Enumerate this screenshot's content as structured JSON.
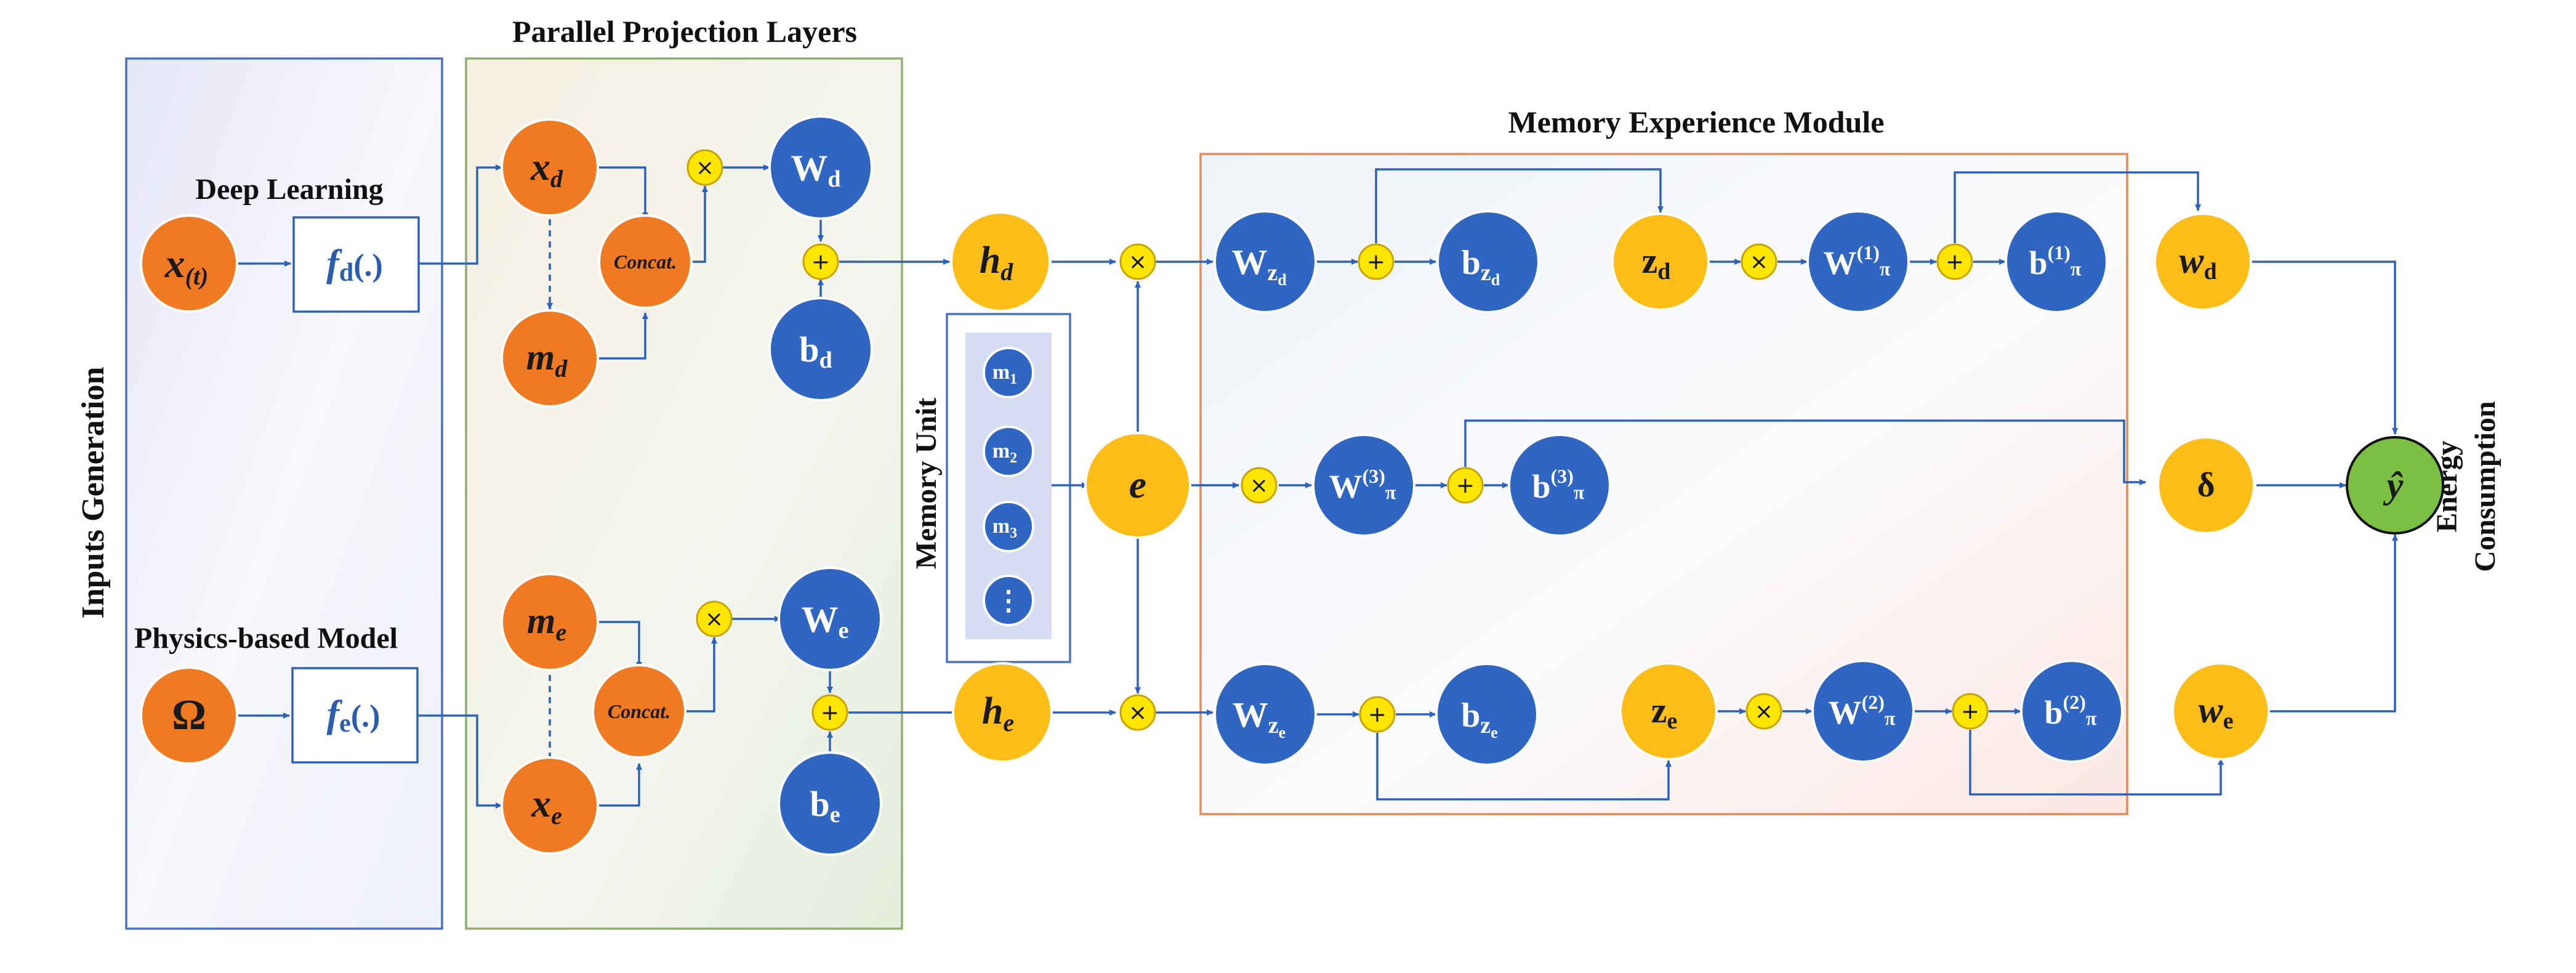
{
  "titles": {
    "parallel": "Parallel Projection Layers",
    "memory_module": "Memory Experience Module",
    "inputs": "Inputs Generation",
    "memory_unit": "Memory Unit",
    "output_line1": "Energy",
    "output_line2": "Consumption"
  },
  "branches": {
    "deep": "Deep Learning",
    "physics": "Physics-based Model"
  },
  "inputs": {
    "x_base": "x",
    "x_sub": "(t)",
    "omega": "Ω",
    "fd_base": "f",
    "fd_sub": "d",
    "fd_tail": "(.)",
    "fe_base": "f",
    "fe_sub": "e",
    "fe_tail": "(.)"
  },
  "projection": {
    "xd_base": "x",
    "xd_sub": "d",
    "md_base": "m",
    "md_sub": "d",
    "me_base": "m",
    "me_sub": "e",
    "xe_base": "x",
    "xe_sub": "e",
    "concat": "Concat.",
    "Wd_base": "W",
    "Wd_sub": "d",
    "bd_base": "b",
    "bd_sub": "d",
    "We_base": "W",
    "We_sub": "e",
    "be_base": "b",
    "be_sub": "e"
  },
  "hidden": {
    "hd_base": "h",
    "hd_sub": "d",
    "he_base": "h",
    "he_sub": "e",
    "e": "e"
  },
  "memory_unit": {
    "m1_base": "m",
    "m1_sub": "1",
    "m2_base": "m",
    "m2_sub": "2",
    "m3_base": "m",
    "m3_sub": "3",
    "more": "⋮"
  },
  "module": {
    "Wzd_base": "W",
    "Wzd_sub": "z",
    "Wzd_subsub": "d",
    "bzd_base": "b",
    "bzd_sub": "z",
    "bzd_subsub": "d",
    "zd_base": "z",
    "zd_sub": "d",
    "W1_base": "W",
    "W1_sup": "(1)",
    "W1_sub": "π",
    "b1_base": "b",
    "b1_sup": "(1)",
    "b1_sub": "π",
    "W3_base": "W",
    "W3_sup": "(3)",
    "W3_sub": "π",
    "b3_base": "b",
    "b3_sup": "(3)",
    "b3_sub": "π",
    "Wze_base": "W",
    "Wze_sub": "z",
    "Wze_subsub": "e",
    "bze_base": "b",
    "bze_sub": "z",
    "bze_subsub": "e",
    "ze_base": "z",
    "ze_sub": "e",
    "W2_base": "W",
    "W2_sup": "(2)",
    "W2_sub": "π",
    "b2_base": "b",
    "b2_sup": "(2)",
    "b2_sub": "π"
  },
  "outputs": {
    "wd_base": "w",
    "wd_sub": "d",
    "delta": "δ",
    "we_base": "w",
    "we_sub": "e",
    "yhat": "ŷ"
  },
  "operators": {
    "multiply": "×",
    "add": "+"
  },
  "colors": {
    "input_node": "#f07a22",
    "hidden_node": "#fbbd16",
    "param_node": "#2f66c3",
    "output_node": "#7bc043",
    "operator": "#ffe600",
    "arrow": "#2b62c0",
    "module_border": "#e8895a",
    "projection_border": "#8fae72",
    "inputs_border": "#4a72c4"
  }
}
